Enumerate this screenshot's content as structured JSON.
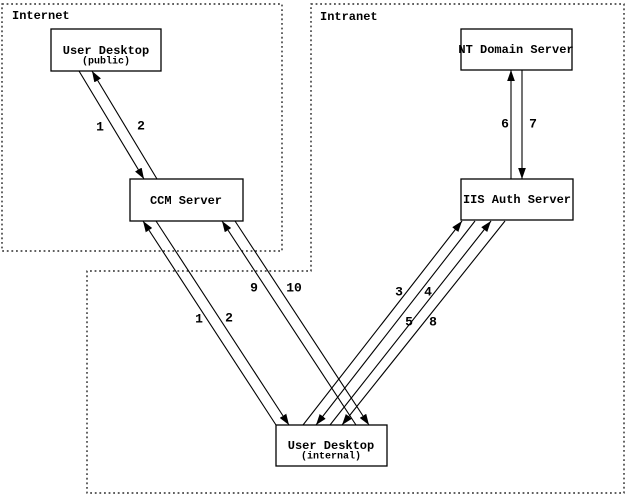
{
  "diagram": {
    "zones": {
      "internet": {
        "label": "Internet"
      },
      "intranet": {
        "label": "Intranet"
      }
    },
    "nodes": {
      "user_desktop_public": {
        "title": "User Desktop",
        "subtitle": "(public)"
      },
      "ccm_server": {
        "title": "CCM Server"
      },
      "nt_domain_server": {
        "title": "NT Domain Server"
      },
      "iis_auth_server": {
        "title": "IIS Auth Server"
      },
      "user_desktop_internal": {
        "title": "User Desktop",
        "subtitle": "(internal)"
      }
    },
    "edges": {
      "public_desktop_to_ccm": {
        "label": "1"
      },
      "ccm_to_public_desktop": {
        "label": "2"
      },
      "internal_desktop_to_ccm": {
        "label": "1"
      },
      "ccm_to_internal_desktop": {
        "label": "2"
      },
      "internal_desktop_to_iis": {
        "label": "3"
      },
      "iis_to_internal_desktop": {
        "label": "4"
      },
      "internal_desktop_to_iis_2": {
        "label": "5"
      },
      "iis_to_nt_domain": {
        "label": "6"
      },
      "nt_domain_to_iis": {
        "label": "7"
      },
      "iis_to_internal_desktop_2": {
        "label": "8"
      },
      "internal_desktop_to_ccm_2": {
        "label": "9"
      },
      "ccm_to_internal_desktop_2": {
        "label": "10"
      }
    }
  }
}
